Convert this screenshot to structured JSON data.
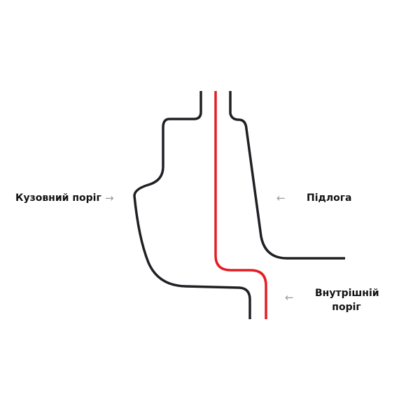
{
  "labels": {
    "body_sill": "Кузовний поріг",
    "floor": "Підлога",
    "inner_sill_line1": "Внутрішній",
    "inner_sill_line2": "поріг"
  },
  "icons": {
    "arrow_right": "→",
    "arrow_left": "←"
  },
  "colors": {
    "outline": "#1f2024",
    "highlight": "#e31e24"
  }
}
